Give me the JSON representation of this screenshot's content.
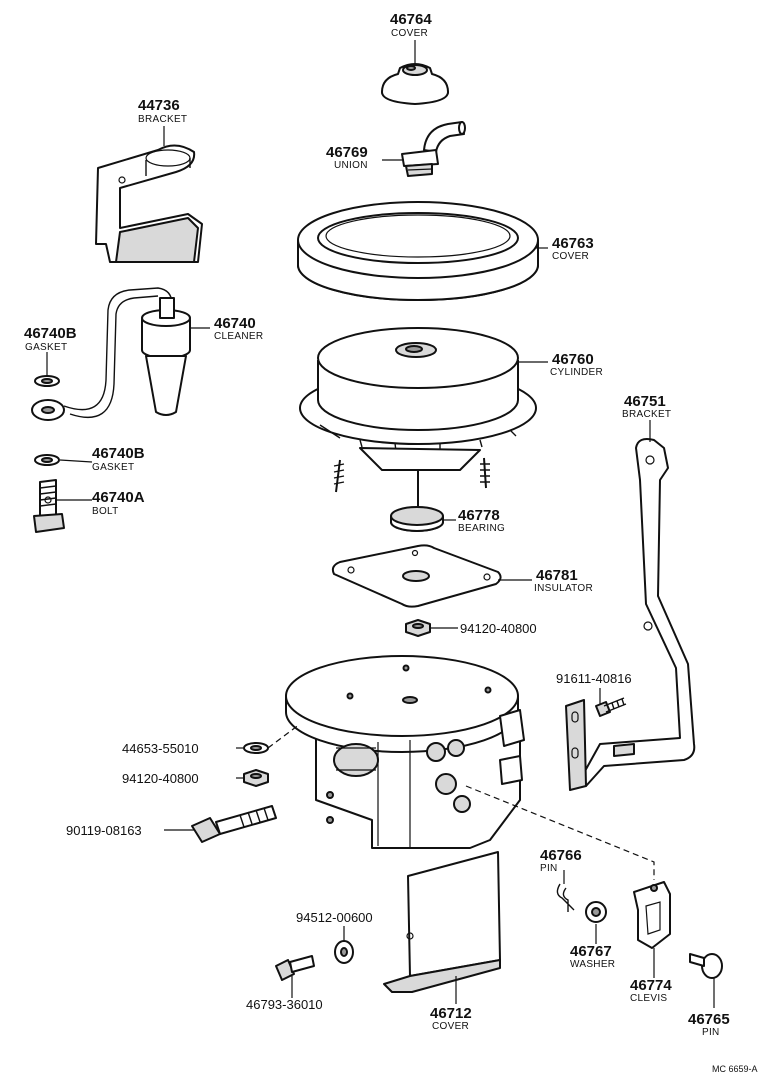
{
  "parts": [
    {
      "id": "cover-46764",
      "number": "46764",
      "name": "COVER"
    },
    {
      "id": "union-46769",
      "number": "46769",
      "name": "UNION"
    },
    {
      "id": "cover-46763",
      "number": "46763",
      "name": "COVER"
    },
    {
      "id": "bracket-44736",
      "number": "44736",
      "name": "BRACKET"
    },
    {
      "id": "cleaner-46740",
      "number": "46740",
      "name": "CLEANER"
    },
    {
      "id": "gasket-46740b-top",
      "number": "46740B",
      "name": "GASKET"
    },
    {
      "id": "gasket-46740b-bottom",
      "number": "46740B",
      "name": "GASKET"
    },
    {
      "id": "bolt-46740a",
      "number": "46740A",
      "name": "BOLT"
    },
    {
      "id": "cylinder-46760",
      "number": "46760",
      "name": "CYLINDER"
    },
    {
      "id": "bearing-46778",
      "number": "46778",
      "name": "BEARING"
    },
    {
      "id": "insulator-46781",
      "number": "46781",
      "name": "INSULATOR"
    },
    {
      "id": "bracket-46751",
      "number": "46751",
      "name": "BRACKET"
    },
    {
      "id": "nut-94120-top",
      "number": "94120-40800",
      "name": ""
    },
    {
      "id": "bolt-91611",
      "number": "91611-40816",
      "name": ""
    },
    {
      "id": "washer-44653",
      "number": "44653-55010",
      "name": ""
    },
    {
      "id": "nut-94120-bottom",
      "number": "94120-40800",
      "name": ""
    },
    {
      "id": "bolt-90119",
      "number": "90119-08163",
      "name": ""
    },
    {
      "id": "pin-46766",
      "number": "46766",
      "name": "PIN"
    },
    {
      "id": "washer-94512",
      "number": "94512-00600",
      "name": ""
    },
    {
      "id": "washer-46767",
      "number": "46767",
      "name": "WASHER"
    },
    {
      "id": "clevis-46774",
      "number": "46774",
      "name": "CLEVIS"
    },
    {
      "id": "bolt-46793",
      "number": "46793-36010",
      "name": ""
    },
    {
      "id": "cover-46712",
      "number": "46712",
      "name": "COVER"
    },
    {
      "id": "pin-46765",
      "number": "46765",
      "name": "PIN"
    }
  ],
  "reference_code": "MC 6659-A"
}
